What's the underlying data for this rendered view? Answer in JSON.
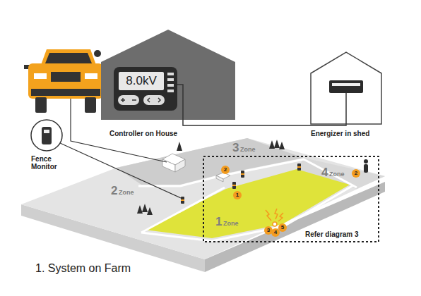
{
  "diagram": {
    "caption": "1. System on Farm",
    "nodes": [
      {
        "text": [
          "8.0kV",
          "Controller on House"
        ]
      },
      {
        "text": [
          "Energizer in shed"
        ]
      }
    ],
    "edges": [
      {
        "from": 0,
        "to": 1,
        "arrow": "none"
      }
    ],
    "labels": [
      "Fence Monitor",
      "3",
      "Zone",
      "2",
      "Zone",
      "4",
      "Zone",
      "1",
      "Zone",
      "2",
      "1",
      "2",
      "3",
      "4",
      "5",
      "Refer diagram 3"
    ]
  }
}
